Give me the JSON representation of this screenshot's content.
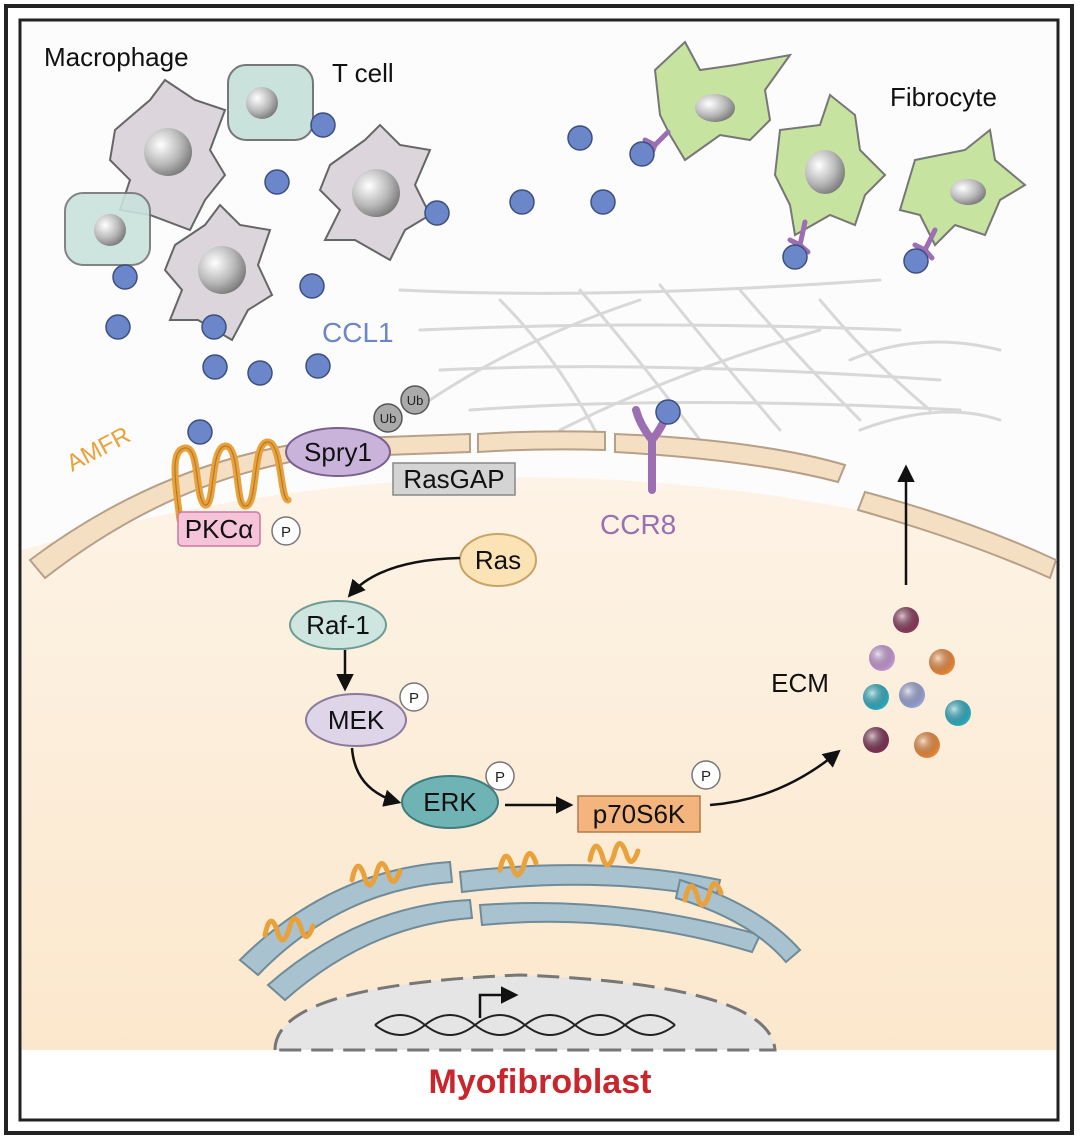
{
  "labels": {
    "macrophage": "Macrophage",
    "t_cell": "T cell",
    "fibrocyte": "Fibrocyte",
    "ccl1": "CCL1",
    "amfr": "AMFR",
    "spry1": "Spry1",
    "ub": "Ub",
    "rasgap": "RasGAP",
    "pkc": "PKCα",
    "ccr8": "CCR8",
    "ras": "Ras",
    "raf1": "Raf-1",
    "mek": "MEK",
    "erk": "ERK",
    "p70s6k": "p70S6K",
    "ecm": "ECM",
    "phospho": "P",
    "title": "Myofibroblast"
  },
  "colors": {
    "ccl1": "#6b86c9",
    "amfr": "#e8a13b",
    "ccr8": "#9b6fb1",
    "fibrocyte": "#c7e3a0",
    "macrophage": "#dcd7dc",
    "t_cell": "#c9e2dc",
    "membrane": "#f5dfc3",
    "cytoplasm": "#fcecd6",
    "er": "#a8c2cf",
    "title": "#c8252c",
    "ras": "#fbe3b5",
    "raf1": "#cfe6e0",
    "mek": "#ded5e8",
    "erk": "#6fb3b5",
    "p70s6k": "#f3b47e",
    "spry1": "#c9b3db",
    "rasgap": "#d6d6d6",
    "pkc": "#f6c4d8"
  },
  "ecm_colors": [
    "#8a3a5b",
    "#c79ad6",
    "#ee8a3b",
    "#2eaec2",
    "#9aa6d8",
    "#2eaec2",
    "#7d3354",
    "#ee8a3b"
  ]
}
